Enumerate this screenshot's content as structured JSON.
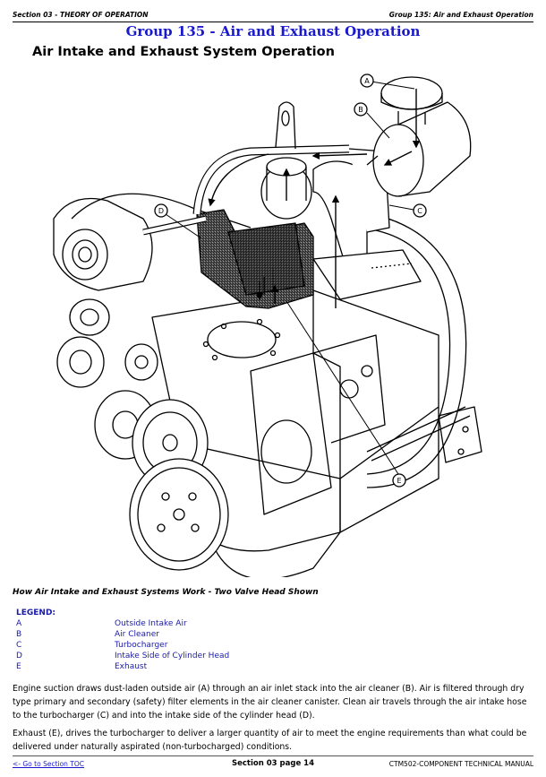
{
  "header": {
    "left": "Section 03 - THEORY OF OPERATION",
    "right": "Group 135: Air and Exhaust Operation"
  },
  "group_title": "Group 135 - Air and Exhaust Operation",
  "section_title": "Air Intake and Exhaust System Operation",
  "figure": {
    "description": "Engine line drawing showing air intake and exhaust flow",
    "callouts": [
      "A",
      "B",
      "C",
      "D",
      "E"
    ]
  },
  "caption": "How Air Intake and Exhaust Systems Work - Two Valve Head Shown",
  "legend": {
    "heading": "LEGEND:",
    "items": [
      {
        "key": "A",
        "label": "Outside Intake Air"
      },
      {
        "key": "B",
        "label": "Air Cleaner"
      },
      {
        "key": "C",
        "label": "Turbocharger"
      },
      {
        "key": "D",
        "label": "Intake Side of Cylinder Head"
      },
      {
        "key": "E",
        "label": "Exhaust"
      }
    ]
  },
  "paragraphs": [
    "Engine suction draws dust-laden outside air (A) through an air inlet stack into the air cleaner (B). Air is filtered through dry type primary and secondary (safety) filter elements in the air cleaner canister. Clean air travels through the air intake hose to the turbocharger (C) and into the intake side of the cylinder head (D).",
    "Exhaust (E), drives the turbocharger to deliver a larger quantity of air to meet the engine requirements than what could be delivered under naturally aspirated (non-turbocharged) conditions."
  ],
  "footer": {
    "toc_link": "<- Go to Section TOC",
    "page": "Section 03 page 14",
    "manual": "CTM502-COMPONENT TECHNICAL MANUAL"
  }
}
